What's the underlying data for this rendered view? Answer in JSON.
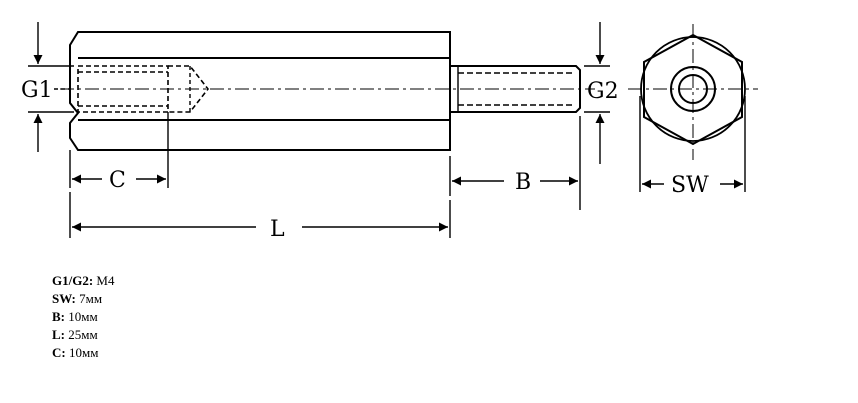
{
  "diagram": {
    "labels": {
      "g1": "G1",
      "g2": "G2",
      "c": "C",
      "b": "B",
      "l": "L",
      "sw": "SW"
    }
  },
  "specs": [
    {
      "key": "G1/G2:",
      "value": "M4"
    },
    {
      "key": "SW:",
      "value": "7мм"
    },
    {
      "key": "B:",
      "value": "10мм"
    },
    {
      "key": "L:",
      "value": "25мм"
    },
    {
      "key": "C:",
      "value": "10мм"
    }
  ]
}
